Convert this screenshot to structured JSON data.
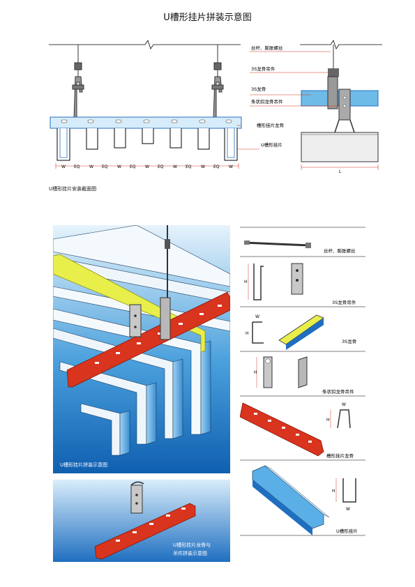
{
  "title": "U槽形挂片拼装示意图",
  "section_caption": "U槽形挂片安装截面图",
  "top_labels": {
    "rod": "丝杆、膨胀螺丝",
    "hanger_3s": "3S龙骨吊件",
    "keel_3s": "3S龙骨",
    "hook_hanger": "条状扣龙骨吊件",
    "channel_keel": "槽形挂片龙骨",
    "u_panel": "U槽形挂片"
  },
  "dims": [
    "W",
    "EQ",
    "W",
    "EQ",
    "W",
    "EQ",
    "W",
    "EQ",
    "W",
    "EQ",
    "W",
    "EQ",
    "W"
  ],
  "dim_L": "L",
  "panel_captions": {
    "assembly": "U槽形挂片拼装示意图",
    "keel_line1": "U槽形挂片龙骨与",
    "keel_line2": "吊件拼装示意图"
  },
  "parts": {
    "rod": "丝杆、膨胀螺丝",
    "hanger_3s": "3S龙骨吊件",
    "keel_3s": "3S龙骨",
    "hook_hanger": "条状扣龙骨吊件",
    "channel_keel": "槽形挂片龙骨",
    "u_panel": "U槽形挂片"
  },
  "dim_letters": {
    "h": "H",
    "w": "W"
  },
  "colors": {
    "blue": "#1f6fc0",
    "sky": "#7fc3ee",
    "keel_red": "#d8341e",
    "keel_yellow": "#e8ee4a",
    "panel_face": "#d8ecfa"
  }
}
